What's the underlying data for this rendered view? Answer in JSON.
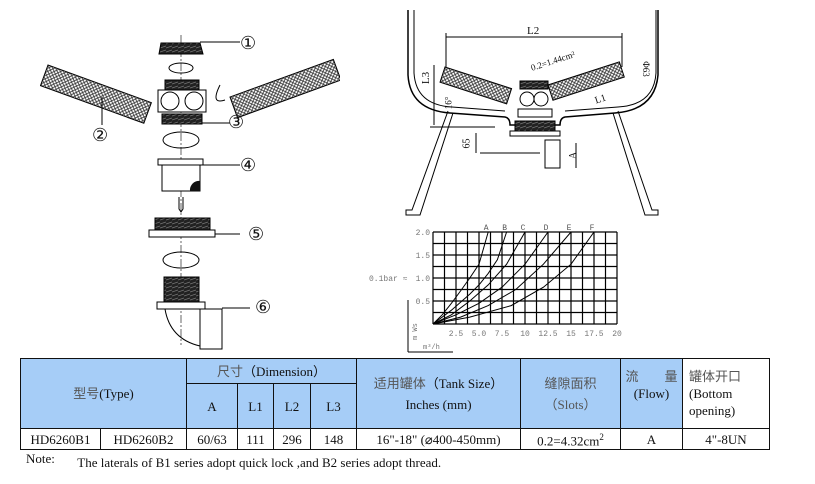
{
  "diagram_left": {
    "callouts": [
      "①",
      "②",
      "③",
      "④",
      "⑤",
      "⑥"
    ]
  },
  "diagram_right": {
    "labels": {
      "L2": "L2",
      "L3": "L3",
      "L1": "L1",
      "slot": "0.2=1.44cm²",
      "angle": "16°",
      "phi": "Φ63",
      "d65": "65",
      "A": "A"
    }
  },
  "chart_data": {
    "type": "line",
    "title": "",
    "xlabel": "m³/h",
    "ylabel": "m Ws",
    "y_annotation": "0.1bar ≈",
    "xlim": [
      0,
      20
    ],
    "ylim": [
      0,
      2.0
    ],
    "x_ticks": [
      "2.5",
      "5.0",
      "7.5",
      "10",
      "12.5",
      "15",
      "17.5",
      "20"
    ],
    "y_ticks": [
      "0.5",
      "1.0",
      "1.5",
      "2.0"
    ],
    "grid": true,
    "series": [
      {
        "name": "A",
        "x": [
          0,
          1,
          2,
          3,
          4,
          5,
          6
        ],
        "y": [
          0,
          0.2,
          0.45,
          0.72,
          1.0,
          1.3,
          2.0
        ]
      },
      {
        "name": "B",
        "x": [
          0,
          2,
          4,
          5,
          6,
          7,
          8
        ],
        "y": [
          0,
          0.3,
          0.65,
          0.85,
          1.1,
          1.4,
          2.0
        ]
      },
      {
        "name": "C",
        "x": [
          0,
          2,
          4,
          6,
          8,
          10
        ],
        "y": [
          0,
          0.2,
          0.5,
          0.85,
          1.3,
          2.0
        ]
      },
      {
        "name": "D",
        "x": [
          0,
          2.5,
          5,
          7.5,
          10,
          12.5
        ],
        "y": [
          0,
          0.2,
          0.45,
          0.8,
          1.3,
          2.0
        ]
      },
      {
        "name": "E",
        "x": [
          0,
          3,
          6,
          9,
          12,
          15
        ],
        "y": [
          0,
          0.15,
          0.4,
          0.75,
          1.3,
          2.0
        ]
      },
      {
        "name": "F",
        "x": [
          0,
          4,
          8.5,
          12,
          15,
          17.5
        ],
        "y": [
          0,
          0.15,
          0.4,
          0.8,
          1.3,
          2.0
        ]
      }
    ]
  },
  "table": {
    "type_header_cn": "型号",
    "type_header_en": "(Type)",
    "dimension_header_cn": "尺寸",
    "dimension_header_en": "（Dimension）",
    "dim_cols": [
      "A",
      "L1",
      "L2",
      "L3"
    ],
    "tank_header_cn": "适用罐体",
    "tank_header_en": "（Tank Size）",
    "tank_header_unit": "Inches (mm)",
    "slots_header_cn": "缝隙面积",
    "slots_header_en": "（Slots）",
    "flow_header_cn": "流　　量",
    "flow_header_en": "(Flow)",
    "bottom_header_cn": "罐体开口",
    "bottom_header_en1": "(Bottom",
    "bottom_header_en2": "opening)",
    "row": {
      "type_b1": "HD6260B1",
      "type_b2": "HD6260B2",
      "A": "60/63",
      "L1": "111",
      "L2": "296",
      "L3": "148",
      "tank": "16\"-18\" (⌀400-450mm)",
      "slots": "0.2=4.32cm",
      "slots_sup": "2",
      "flow": "A",
      "bottom": "4\"-8UN"
    }
  },
  "note": {
    "label": "Note:",
    "text": "The laterals of B1 series adopt quick lock ,and B2 series adopt thread."
  }
}
